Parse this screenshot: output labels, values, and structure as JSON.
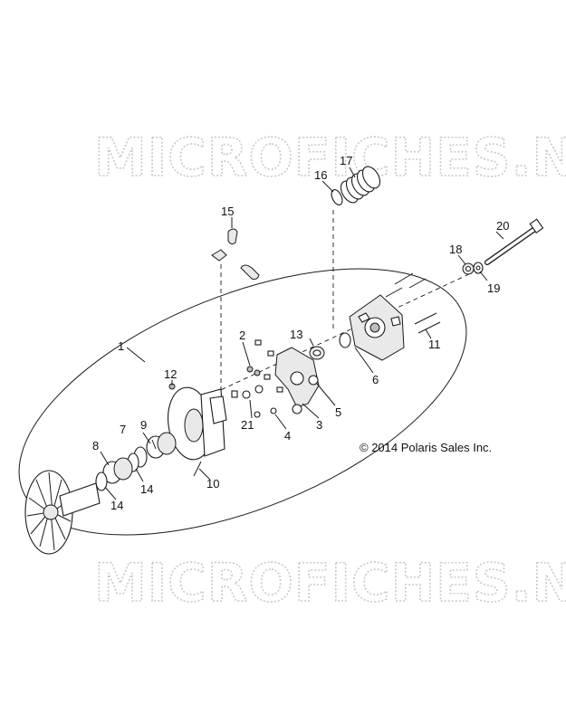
{
  "watermark_top": "MICROFICHES.NET",
  "watermark_bottom": "MICROFICHES.NET",
  "copyright": "© 2014 Polaris Sales Inc.",
  "callouts": {
    "c1": "1",
    "c2": "2",
    "c3": "3",
    "c4": "4",
    "c5": "5",
    "c6": "6",
    "c7": "7",
    "c8": "8",
    "c9": "9",
    "c10": "10",
    "c11": "11",
    "c12": "12",
    "c13": "13",
    "c14a": "14",
    "c14b": "14",
    "c15": "15",
    "c16": "16",
    "c17": "17",
    "c18": "18",
    "c19": "19",
    "c20": "20",
    "c21": "21"
  }
}
